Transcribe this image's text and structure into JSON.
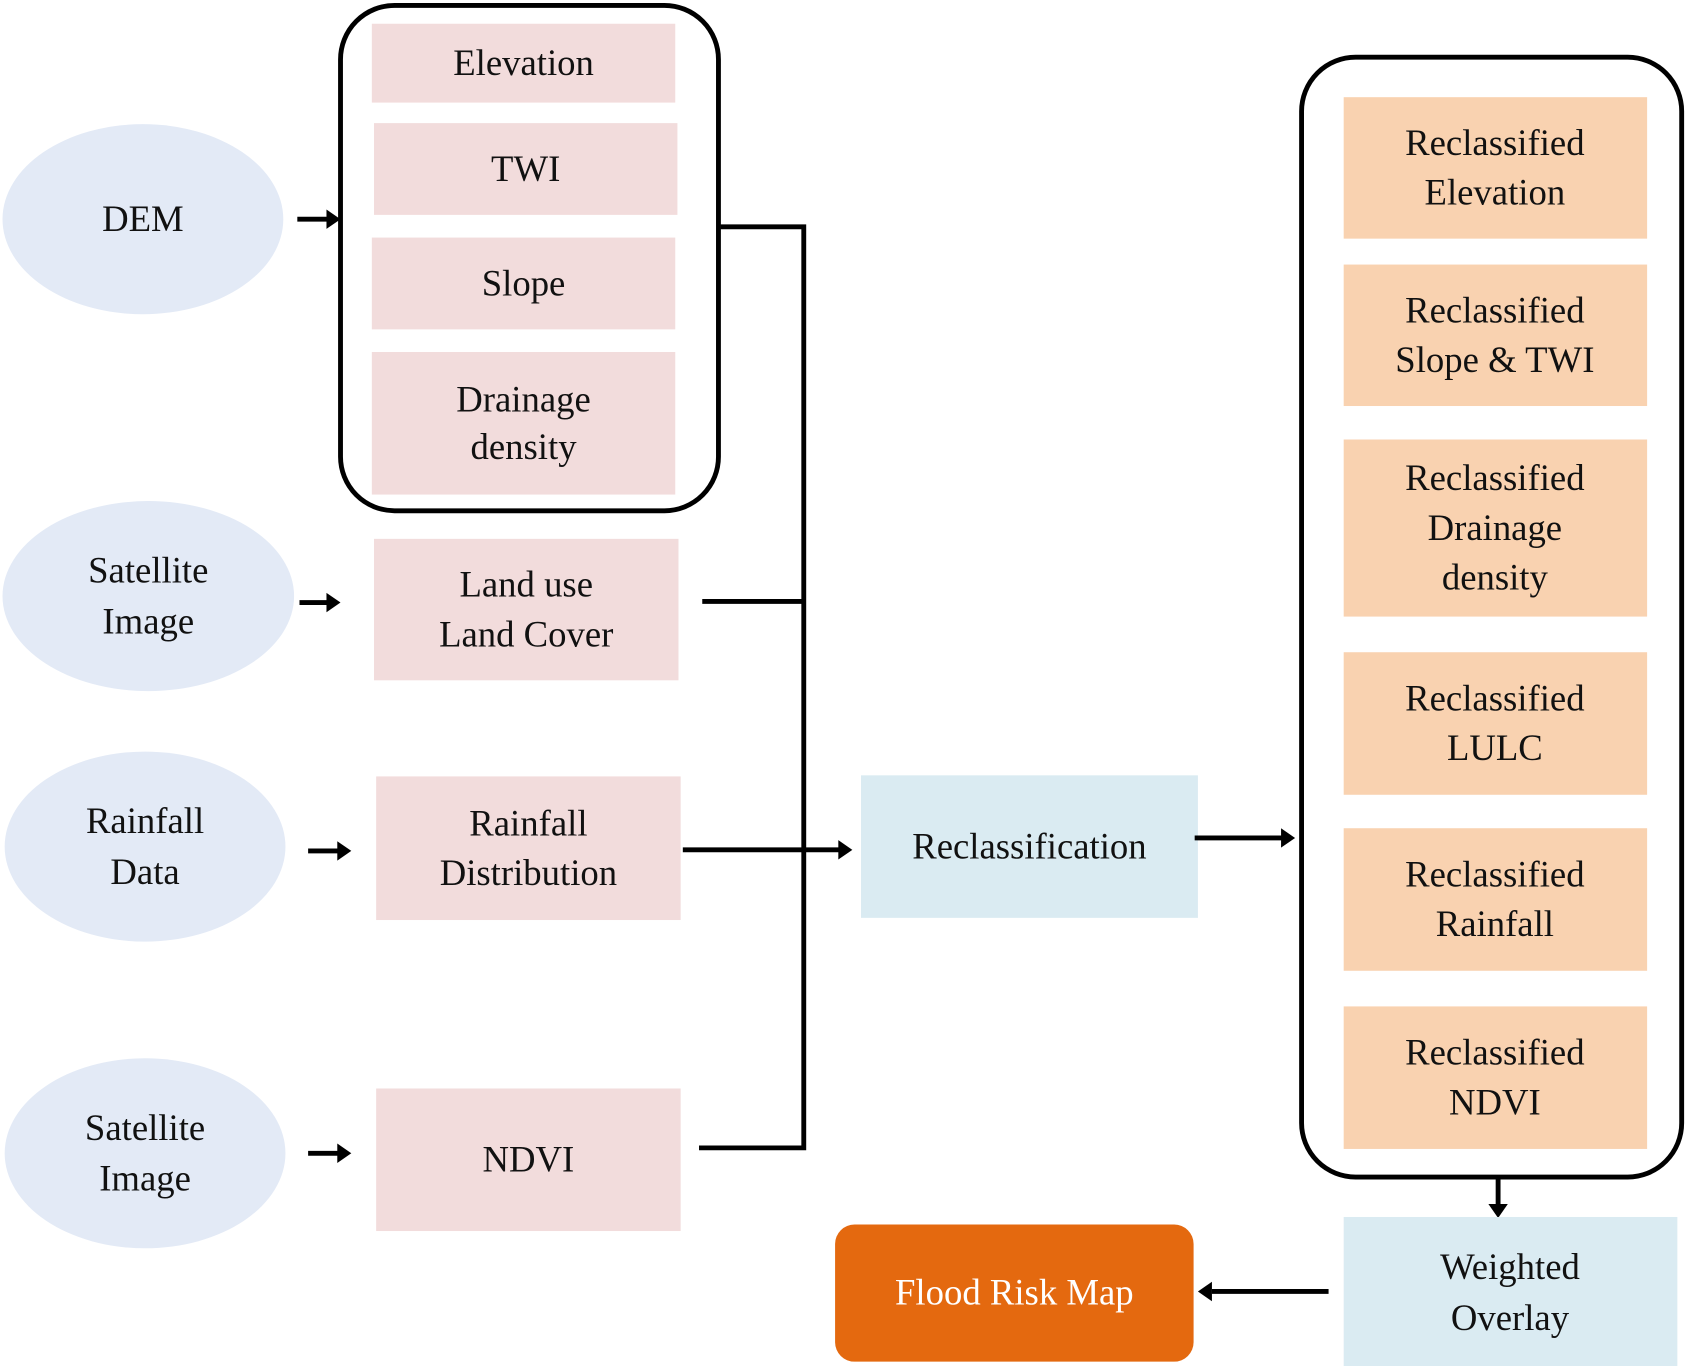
{
  "title": "Flood risk mapping workflow",
  "inputs": [
    {
      "id": "dem",
      "label": [
        "DEM"
      ]
    },
    {
      "id": "sat1",
      "label": [
        "Satellite",
        "Image"
      ]
    },
    {
      "id": "rain",
      "label": [
        "Rainfall",
        "Data"
      ]
    },
    {
      "id": "sat2",
      "label": [
        "Satellite",
        "Image"
      ]
    }
  ],
  "dem_derivatives": [
    {
      "label": [
        "Elevation"
      ]
    },
    {
      "label": [
        "TWI"
      ]
    },
    {
      "label": [
        "Slope"
      ]
    },
    {
      "label": [
        "Drainage",
        "density"
      ]
    }
  ],
  "layers": [
    {
      "id": "lulc",
      "label": [
        "Land use",
        "Land Cover"
      ]
    },
    {
      "id": "rainfall",
      "label": [
        "Rainfall",
        "Distribution"
      ]
    },
    {
      "id": "ndvi",
      "label": [
        "NDVI"
      ]
    }
  ],
  "process": {
    "label": [
      "Reclassification"
    ]
  },
  "reclassified": [
    {
      "label": [
        "Reclassified",
        "Elevation"
      ]
    },
    {
      "label": [
        "Reclassified",
        "Slope & TWI"
      ]
    },
    {
      "label": [
        "Reclassified",
        "Drainage",
        "density"
      ]
    },
    {
      "label": [
        "Reclassified",
        "LULC"
      ]
    },
    {
      "label": [
        "Reclassified",
        "Rainfall"
      ]
    },
    {
      "label": [
        "Reclassified",
        "NDVI"
      ]
    }
  ],
  "overlay": {
    "label": [
      "Weighted",
      "Overlay"
    ]
  },
  "output": {
    "label": [
      "Flood Risk Map"
    ]
  },
  "colors": {
    "input_ellipse": "#e3eaf6",
    "layer_box": "#f2dcdc",
    "reclassified_box": "#f9d2b0",
    "process_box": "#daebf2",
    "output_box": "#e4690f"
  }
}
